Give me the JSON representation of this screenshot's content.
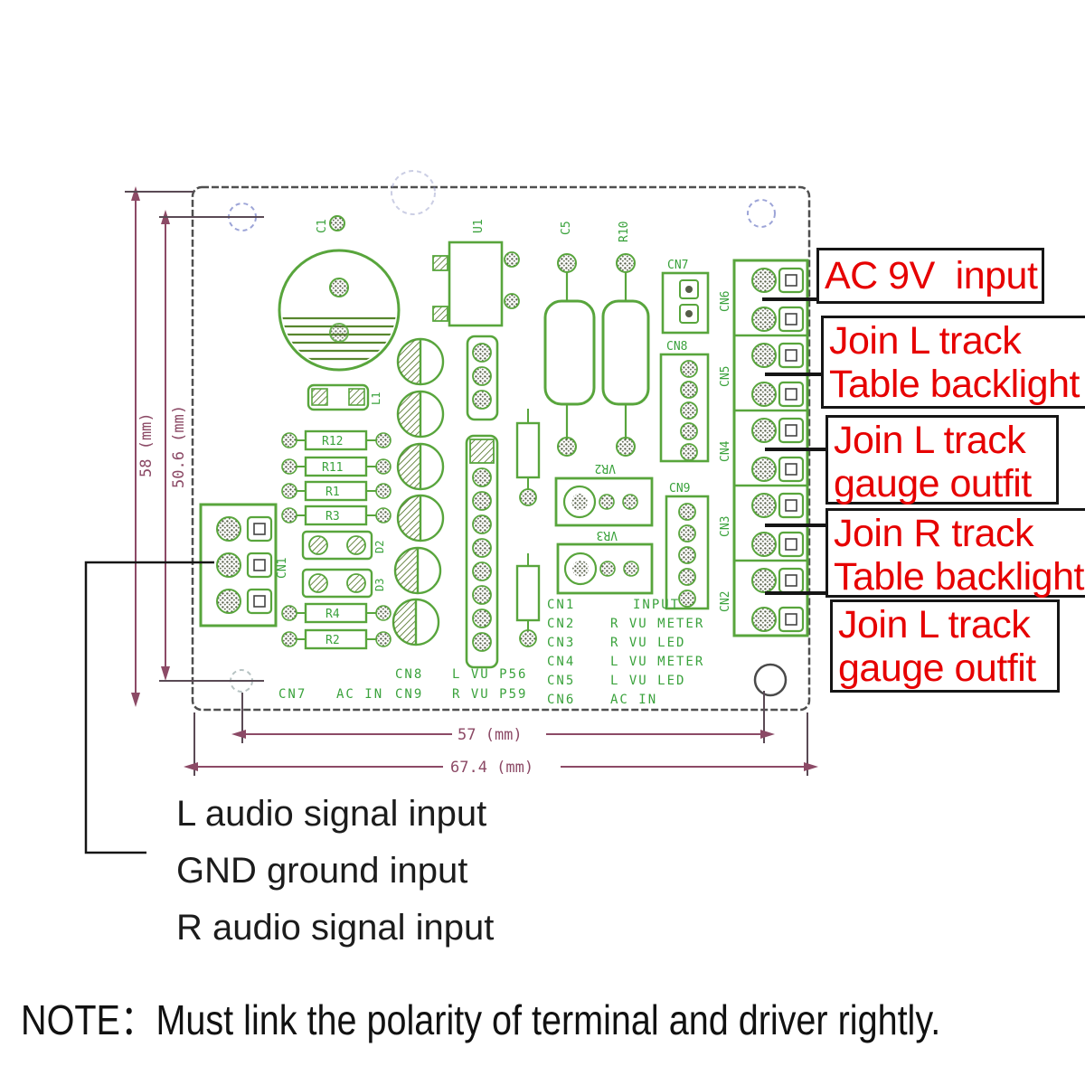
{
  "colors": {
    "pcb_trace_green": "#58a53c",
    "silkscreen_green": "#3aa23c",
    "dimension_magenta": "#8c4a66",
    "callout_red": "#e60000",
    "annotation_black": "#111111",
    "board_outline_gray": "#4f4f4f",
    "mounting_hole_blue": "#7b86c9"
  },
  "callouts": [
    {
      "line1": "AC 9V  input",
      "line2": ""
    },
    {
      "line1": "Join L track",
      "line2": "Table backlight"
    },
    {
      "line1": "Join L track",
      "line2": "gauge outfit"
    },
    {
      "line1": "Join R track",
      "line2": "Table backlight"
    },
    {
      "line1": "Join L track",
      "line2": "gauge outfit"
    }
  ],
  "left_labels": {
    "l": "L audio signal input",
    "gnd": "GND ground input",
    "r": "R audio signal input"
  },
  "note": "NOTE：Must link the polarity of terminal and driver rightly.",
  "dimensions": {
    "holes_width": "57 (mm)",
    "board_width": "67.4 (mm)",
    "board_height": "58 (mm)",
    "holes_height": "50.6 (mm)"
  },
  "refdes": {
    "c1": "C1",
    "u1": "U1",
    "c5": "C5",
    "r10": "R10",
    "cn7": "CN7",
    "cn8": "CN8",
    "cn9": "CN9",
    "vr2": "VR2",
    "vr3": "VR3",
    "l1": "L1",
    "cn1": "CN1",
    "r12": "R12",
    "r11": "R11",
    "r1": "R1",
    "r3": "R3",
    "d2": "D2",
    "d3": "D3",
    "r4": "R4",
    "r2": "R2",
    "cn2": "CN2",
    "cn3": "CN3",
    "cn4": "CN4",
    "cn5": "CN5",
    "cn6": "CN6"
  },
  "silkscreen": {
    "table_right": [
      {
        "ref": "CN1",
        "desc": "INPUT"
      },
      {
        "ref": "CN2",
        "desc": "R VU METER"
      },
      {
        "ref": "CN3",
        "desc": "R VU LED"
      },
      {
        "ref": "CN4",
        "desc": "L VU METER"
      },
      {
        "ref": "CN5",
        "desc": "L VU LED"
      },
      {
        "ref": "CN6",
        "desc": "AC IN"
      }
    ],
    "table_left": [
      {
        "ref": "CN8",
        "desc": "L VU P56"
      },
      {
        "ref": "CN9",
        "desc": "R VU P59"
      }
    ],
    "bottom_ref": "CN7",
    "bottom_desc": "AC IN"
  }
}
